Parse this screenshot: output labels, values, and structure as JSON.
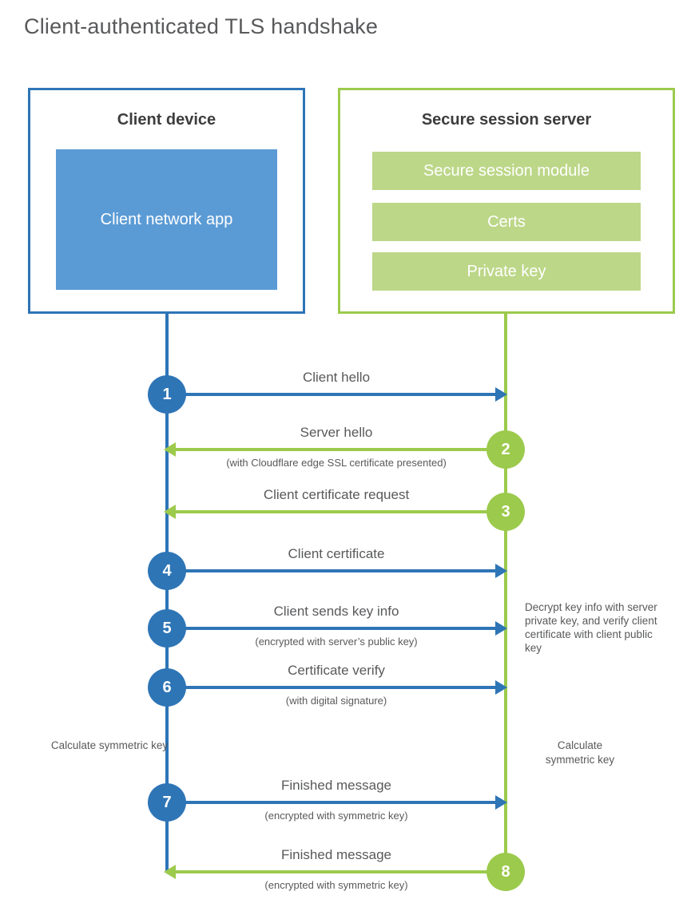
{
  "title": "Client-authenticated TLS handshake",
  "colors": {
    "client_accent": "#2e75b6",
    "client_fill": "#5b9bd5",
    "server_accent": "#9cca4c",
    "server_fill": "#bcd788",
    "text": "#58595b"
  },
  "client_box": {
    "heading": "Client device",
    "app_label": "Client network app"
  },
  "server_box": {
    "heading": "Secure session server",
    "modules": [
      "Secure session module",
      "Certs",
      "Private key"
    ]
  },
  "messages": [
    {
      "step": "1",
      "from": "client",
      "label": "Client hello",
      "sublabel": ""
    },
    {
      "step": "2",
      "from": "server",
      "label": "Server hello",
      "sublabel": "(with Cloudflare edge SSL certificate presented)"
    },
    {
      "step": "3",
      "from": "server",
      "label": "Client certificate request",
      "sublabel": ""
    },
    {
      "step": "4",
      "from": "client",
      "label": "Client certificate",
      "sublabel": ""
    },
    {
      "step": "5",
      "from": "client",
      "label": "Client sends key info",
      "sublabel": "(encrypted with server’s public key)"
    },
    {
      "step": "6",
      "from": "client",
      "label": "Certificate verify",
      "sublabel": "(with digital signature)"
    },
    {
      "step": "7",
      "from": "client",
      "label": "Finished message",
      "sublabel": "(encrypted with symmetric key)"
    },
    {
      "step": "8",
      "from": "server",
      "label": "Finished message",
      "sublabel": "(encrypted with symmetric key)"
    }
  ],
  "annotations": {
    "decrypt_note": "Decrypt key info with server private key, and verify client certificate with client public key",
    "calculate_left": "Calculate symmetric key",
    "calculate_right": "Calculate symmetric key"
  }
}
